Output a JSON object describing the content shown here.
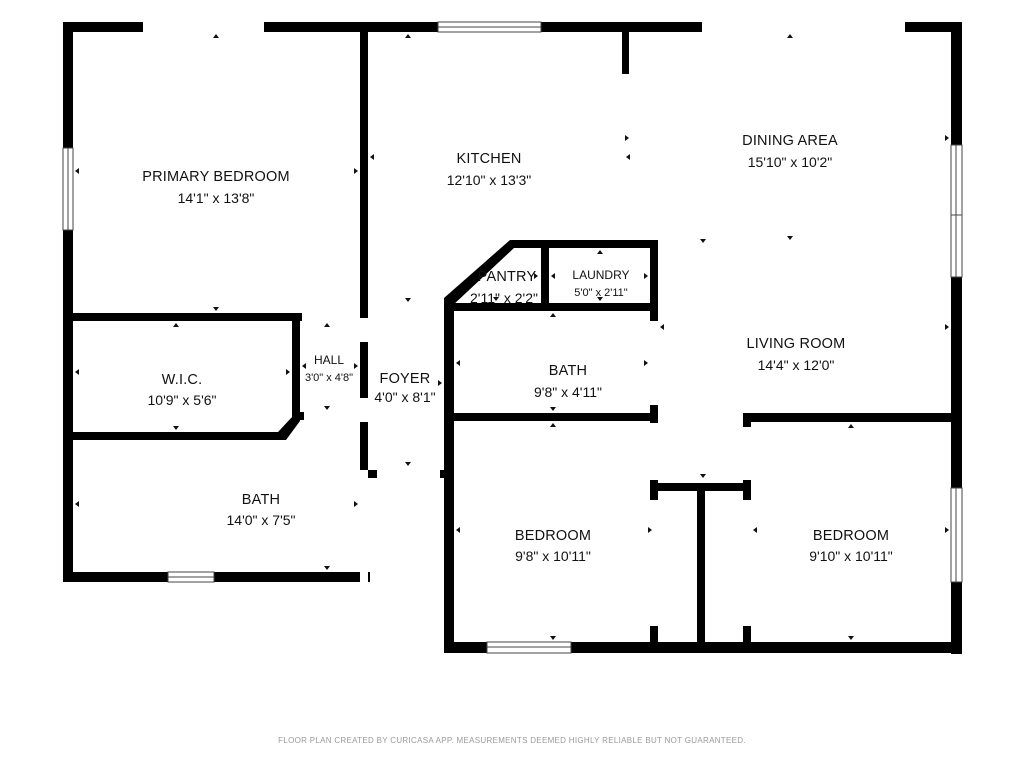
{
  "rooms": {
    "primary_bedroom": {
      "name": "PRIMARY BEDROOM",
      "dims": "14'1\" x 13'8\""
    },
    "kitchen": {
      "name": "KITCHEN",
      "dims": "12'10\" x 13'3\""
    },
    "dining_area": {
      "name": "DINING AREA",
      "dims": "15'10\" x 10'2\""
    },
    "pantry": {
      "name": "PANTRY",
      "dims": "2'11\" x 2'2\""
    },
    "laundry": {
      "name": "LAUNDRY",
      "dims": "5'0\" x 2'11\""
    },
    "living_room": {
      "name": "LIVING ROOM",
      "dims": "14'4\" x 12'0\""
    },
    "wic": {
      "name": "W.I.C.",
      "dims": "10'9\" x 5'6\""
    },
    "hall": {
      "name": "HALL",
      "dims": "3'0\" x 4'8\""
    },
    "foyer": {
      "name": "FOYER",
      "dims": "4'0\" x 8'1\""
    },
    "bath_center": {
      "name": "BATH",
      "dims": "9'8\" x 4'11\""
    },
    "bath_primary": {
      "name": "BATH",
      "dims": "14'0\" x 7'5\""
    },
    "bedroom_left": {
      "name": "BEDROOM",
      "dims": "9'8\" x 10'11\""
    },
    "bedroom_right": {
      "name": "BEDROOM",
      "dims": "9'10\" x 10'11\""
    }
  },
  "footer": "FLOOR PLAN CREATED BY CURICASA APP. MEASUREMENTS DEEMED HIGHLY RELIABLE BUT NOT GUARANTEED."
}
